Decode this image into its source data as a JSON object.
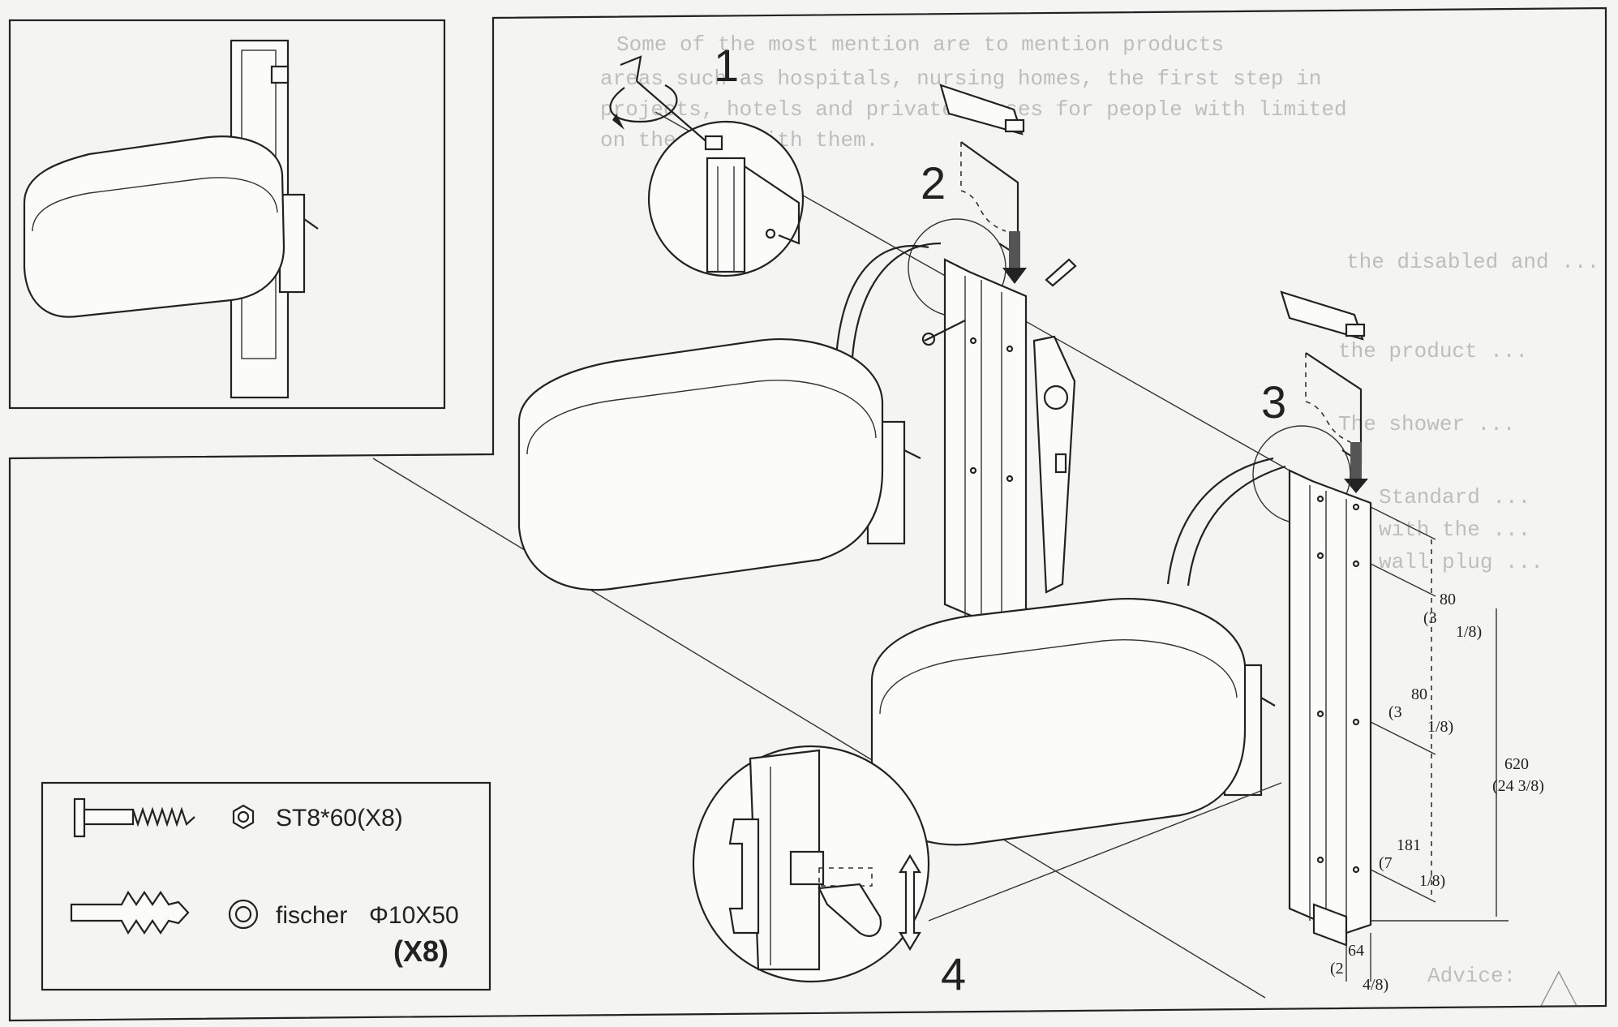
{
  "steps": {
    "s1": "1",
    "s2": "2",
    "s3": "3",
    "s4": "4"
  },
  "dimensions": {
    "d1_main": "80",
    "d1_prefix": "(3",
    "d1_frac": "1/8)",
    "d2_main": "80",
    "d2_prefix": "(3",
    "d2_frac": "1/8)",
    "d3_main": "181",
    "d3_prefix": "(7",
    "d3_frac": "1/8)",
    "total_main": "620",
    "total_sub": "(24 3/8)",
    "width_main": "64",
    "width_prefix": "(2",
    "width_frac": "4/8)"
  },
  "hardware": {
    "screw_label": "ST8*60(X8)",
    "anchor_brand": "fischer",
    "anchor_size": "Φ10X50",
    "anchor_qty": "(X8)"
  },
  "ghost_text": {
    "line1": "Some of the most mention are to mention products",
    "line2": "areas such as hospitals, nursing homes, the first step in",
    "line3": "projects, hotels and private houses for people with limited",
    "line4": "on the wall with them.",
    "line5": "the disabled and ...",
    "line6": "the product ...",
    "line7": "The shower ...",
    "line8": "Standard ...",
    "line9": "with the ...",
    "line10": "wall plug ...",
    "line11": "Advice:"
  },
  "icons": {
    "screw": "screw-icon",
    "nut": "hex-nut-icon",
    "anchor": "wall-plug-icon",
    "washer": "washer-icon",
    "warning": "warning-triangle-icon"
  }
}
